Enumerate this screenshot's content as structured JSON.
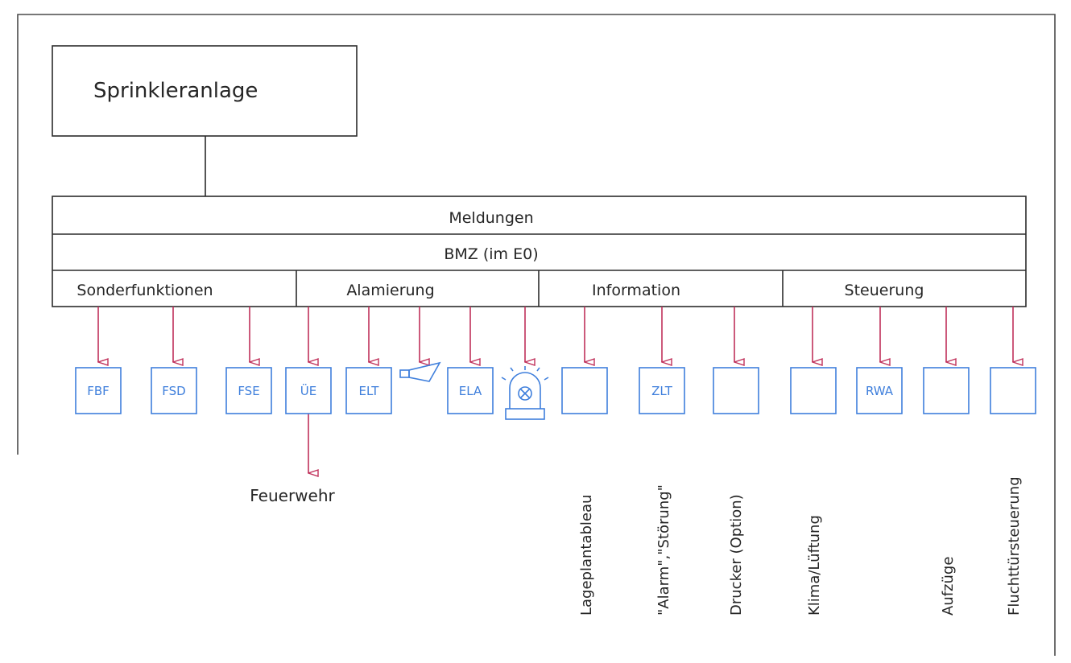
{
  "top_box": {
    "label": "Sprinkleranlage"
  },
  "rows": {
    "meldungen": "Meldungen",
    "bmz": "BMZ (im E0)"
  },
  "sections": [
    "Sonderfunktionen",
    "Alamierung",
    "Information",
    "Steuerung"
  ],
  "devices": [
    "FBF",
    "FSD",
    "FSE",
    "ÜE",
    "ELT",
    "",
    "ELA",
    "",
    "",
    "ZLT",
    "",
    "",
    "RWA",
    "",
    ""
  ],
  "device_kinds": [
    "box",
    "box",
    "box",
    "box",
    "box",
    "horn-icon",
    "box",
    "beacon-icon",
    "box",
    "box",
    "box",
    "box",
    "box",
    "box",
    "box"
  ],
  "feuerwehr": "Feuerwehr",
  "vertical_labels": [
    "Lageplantableau",
    "\"Alarm\",\"Störung\"",
    "Drucker (Option)",
    "Klima/Lüftung",
    "Aufzüge",
    "Fluchttürsteuerung"
  ],
  "colors": {
    "line": "#2b2b2b",
    "device": "#3f7fdc",
    "arrow": "#c0305a"
  }
}
